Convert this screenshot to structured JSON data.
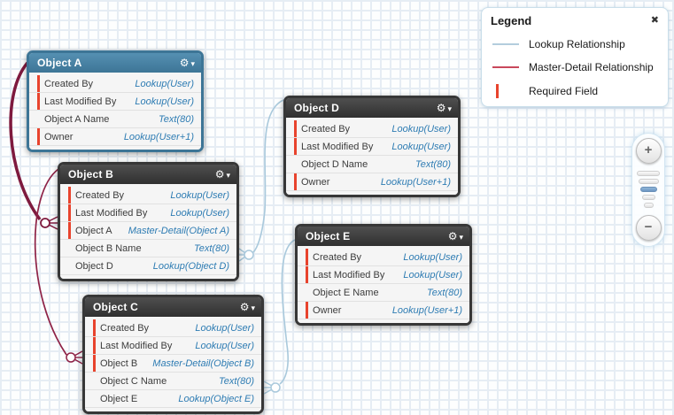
{
  "legend": {
    "title": "Legend",
    "close_icon": "✖",
    "items": [
      {
        "kind": "lookup",
        "label": "Lookup Relationship"
      },
      {
        "kind": "master-detail",
        "label": "Master-Detail Relationship"
      },
      {
        "kind": "required",
        "label": "Required Field"
      }
    ]
  },
  "ui": {
    "gear_icon": "⚙",
    "caret_icon": "▾"
  },
  "objects": [
    {
      "id": "A",
      "title": "Object A",
      "selected": true,
      "fields": [
        {
          "name": "Created By",
          "type": "Lookup(User)",
          "required": true
        },
        {
          "name": "Last Modified By",
          "type": "Lookup(User)",
          "required": true
        },
        {
          "name": "Object A Name",
          "type": "Text(80)",
          "required": false
        },
        {
          "name": "Owner",
          "type": "Lookup(User+1)",
          "required": true
        }
      ]
    },
    {
      "id": "B",
      "title": "Object B",
      "selected": false,
      "fields": [
        {
          "name": "Created By",
          "type": "Lookup(User)",
          "required": true
        },
        {
          "name": "Last Modified By",
          "type": "Lookup(User)",
          "required": true
        },
        {
          "name": "Object A",
          "type": "Master-Detail(Object A)",
          "required": true
        },
        {
          "name": "Object B Name",
          "type": "Text(80)",
          "required": false
        },
        {
          "name": "Object D",
          "type": "Lookup(Object D)",
          "required": false
        }
      ]
    },
    {
      "id": "C",
      "title": "Object C",
      "selected": false,
      "fields": [
        {
          "name": "Created By",
          "type": "Lookup(User)",
          "required": true
        },
        {
          "name": "Last Modified By",
          "type": "Lookup(User)",
          "required": true
        },
        {
          "name": "Object B",
          "type": "Master-Detail(Object B)",
          "required": true
        },
        {
          "name": "Object C Name",
          "type": "Text(80)",
          "required": false
        },
        {
          "name": "Object E",
          "type": "Lookup(Object E)",
          "required": false
        }
      ]
    },
    {
      "id": "D",
      "title": "Object D",
      "selected": false,
      "fields": [
        {
          "name": "Created By",
          "type": "Lookup(User)",
          "required": true
        },
        {
          "name": "Last Modified By",
          "type": "Lookup(User)",
          "required": true
        },
        {
          "name": "Object D Name",
          "type": "Text(80)",
          "required": false
        },
        {
          "name": "Owner",
          "type": "Lookup(User+1)",
          "required": true
        }
      ]
    },
    {
      "id": "E",
      "title": "Object E",
      "selected": false,
      "fields": [
        {
          "name": "Created By",
          "type": "Lookup(User)",
          "required": true
        },
        {
          "name": "Last Modified By",
          "type": "Lookup(User)",
          "required": true
        },
        {
          "name": "Object E Name",
          "type": "Text(80)",
          "required": false
        },
        {
          "name": "Owner",
          "type": "Lookup(User+1)",
          "required": true
        }
      ]
    }
  ],
  "relationships": [
    {
      "child": "Object B",
      "field": "Object A",
      "parent": "Object A",
      "type": "master-detail"
    },
    {
      "child": "Object C",
      "field": "Object B",
      "parent": "Object B",
      "type": "master-detail"
    },
    {
      "child": "Object B",
      "field": "Object D",
      "parent": "Object D",
      "type": "lookup"
    },
    {
      "child": "Object C",
      "field": "Object E",
      "parent": "Object E",
      "type": "lookup"
    }
  ],
  "zoom_control": {
    "zoom_in_label": "+",
    "zoom_out_label": "−",
    "levels": 5,
    "active_level_index": 2
  },
  "colors": {
    "lookup_line": "#a9c9dc",
    "master_detail_line": "#8e2246",
    "master_detail_line_thick": "#7e1a3e",
    "required_bar": "#e8432d",
    "selected_header": "#3d7596",
    "default_header": "#383838",
    "grid_line": "#e6edf4"
  }
}
